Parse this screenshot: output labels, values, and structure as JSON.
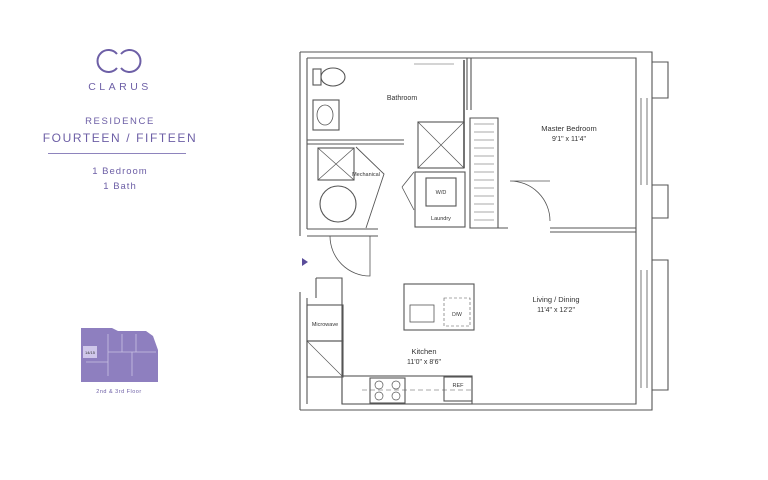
{
  "brand": {
    "name": "CLARUS",
    "logo_icon": "interlocking-rings-icon",
    "accent_color": "#6d5fa6"
  },
  "residence": {
    "label": "RESIDENCE",
    "name": "FOURTEEN / FIFTEEN",
    "bedrooms": "1 Bedroom",
    "bathrooms": "1 Bath"
  },
  "keyplan": {
    "unit_label": "14/15",
    "floor_label": "2nd & 3rd Floor"
  },
  "rooms": {
    "bathroom": {
      "name": "Bathroom"
    },
    "mechanical": {
      "name": "Mechanical"
    },
    "laundry": {
      "name": "Laundry",
      "washer_dryer": "W/D"
    },
    "master_bedroom": {
      "name": "Master Bedroom",
      "dims": "9'1\" x 11'4\""
    },
    "living_dining": {
      "name": "Living / Dining",
      "dims": "11'4\" x 12'2\""
    },
    "kitchen": {
      "name": "Kitchen",
      "dims": "11'0\" x 8'6\""
    },
    "microwave": "Microwave",
    "dishwasher": "D/W",
    "refrigerator": "REF"
  }
}
